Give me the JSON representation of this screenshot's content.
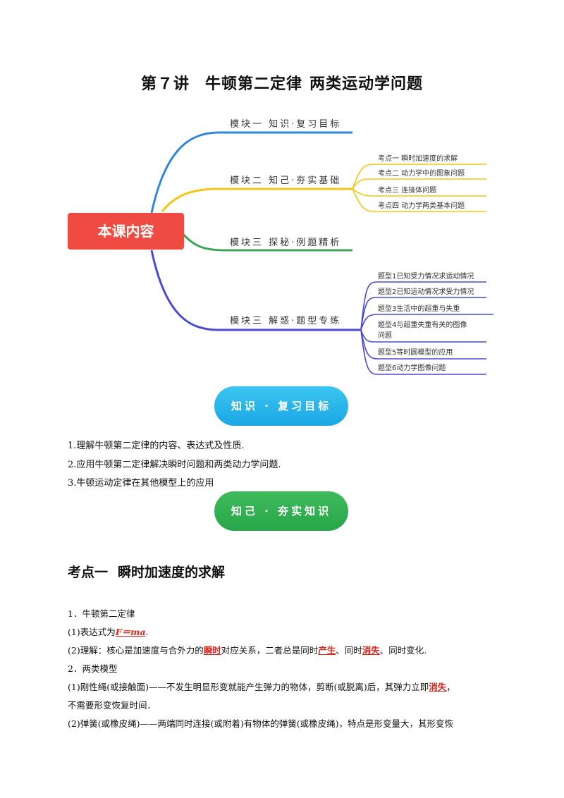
{
  "title": {
    "part1": "第７讲",
    "part2": "牛顿第二定律",
    "part3": "两类运动学问题"
  },
  "mindmap": {
    "center": "本课内容",
    "branches": [
      {
        "label": "模块一  知识·复习目标",
        "color": "#2e86de"
      },
      {
        "label": "模块二  知己·夯实基础",
        "color": "#f5c518",
        "leaves": [
          "考点一   瞬时加速度的求解",
          "考点二   动力学中的图象问题",
          "考点三   连接体问题",
          "考点四   动力学两类基本问题"
        ]
      },
      {
        "label": "模块三  探秘·例题精析",
        "color": "#3aa757"
      },
      {
        "label": "模块三  解惑·题型专练",
        "color": "#4a4ad6",
        "leaves": [
          "题型1已知受力情况求运动情况",
          "题型2已知运动情况求受力情况",
          "题型3生活中的超重与失重",
          "题型4与超重失重有关的图像",
          "问题",
          "题型5等时圆模型的应用",
          "题型6动力学图像问题"
        ]
      }
    ]
  },
  "pill_goals": "知识 · 复习目标",
  "goals": [
    "1.理解牛顿第二定律的内容、表达式及性质.",
    "2.应用牛顿第二定律解决瞬时问题和两类动力学问题.",
    "3.牛顿运动定律在其他模型上的应用"
  ],
  "pill_basics": "知己 · 夯实知识",
  "section": {
    "number": "考点一",
    "title": "瞬时加速度的求解"
  },
  "body": {
    "l1": "1．牛顿第二定律",
    "l2_pre": "(1)表达式为",
    "l2_formula": "F＝ma",
    "l2_post": ".",
    "l3_a": "(2)理解：核心是加速度与合外力的",
    "l3_b": "瞬时",
    "l3_c": "对应关系，二者总是同时",
    "l3_d": "产生",
    "l3_e": "、同时",
    "l3_f": "消失",
    "l3_g": "、同时变化.",
    "l4": "2．两类模型",
    "l5_a": "(1)刚性绳(或接触面)——不发生明显形变就能产生弹力的物体，剪断(或脱离)后，其弹力立即",
    "l5_b": "消失",
    "l5_c": "，",
    "l6": "不需要形变恢复时间．",
    "l7": "(2)弹簧(或橡皮绳)——两端同时连接(或附着)有物体的弹簧(或橡皮绳)，特点是形变量大，其形变恢"
  }
}
